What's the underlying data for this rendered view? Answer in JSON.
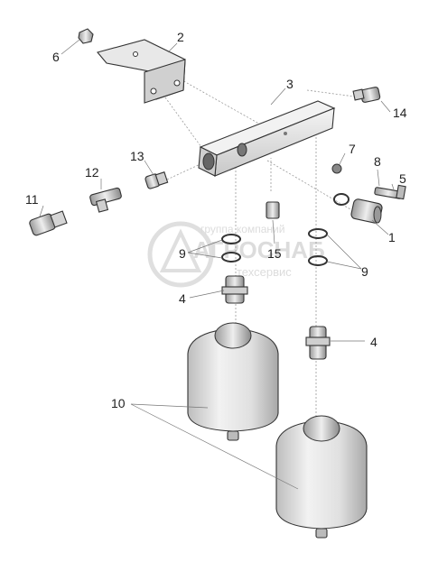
{
  "callouts": {
    "c1": "1",
    "c2": "2",
    "c3": "3",
    "c4a": "4",
    "c4b": "4",
    "c5": "5",
    "c6": "6",
    "c7": "7",
    "c8": "8",
    "c9a": "9",
    "c9b": "9",
    "c10": "10",
    "c11": "11",
    "c12": "12",
    "c13": "13",
    "c14": "14",
    "c15": "15"
  },
  "watermark": {
    "line1": "группа компаний",
    "line2": "АГРОСНАБ",
    "line3": "техсервис"
  },
  "colors": {
    "part_fill": "#e6e6e6",
    "part_stroke": "#333333",
    "watermark": "#d9d9d9"
  }
}
